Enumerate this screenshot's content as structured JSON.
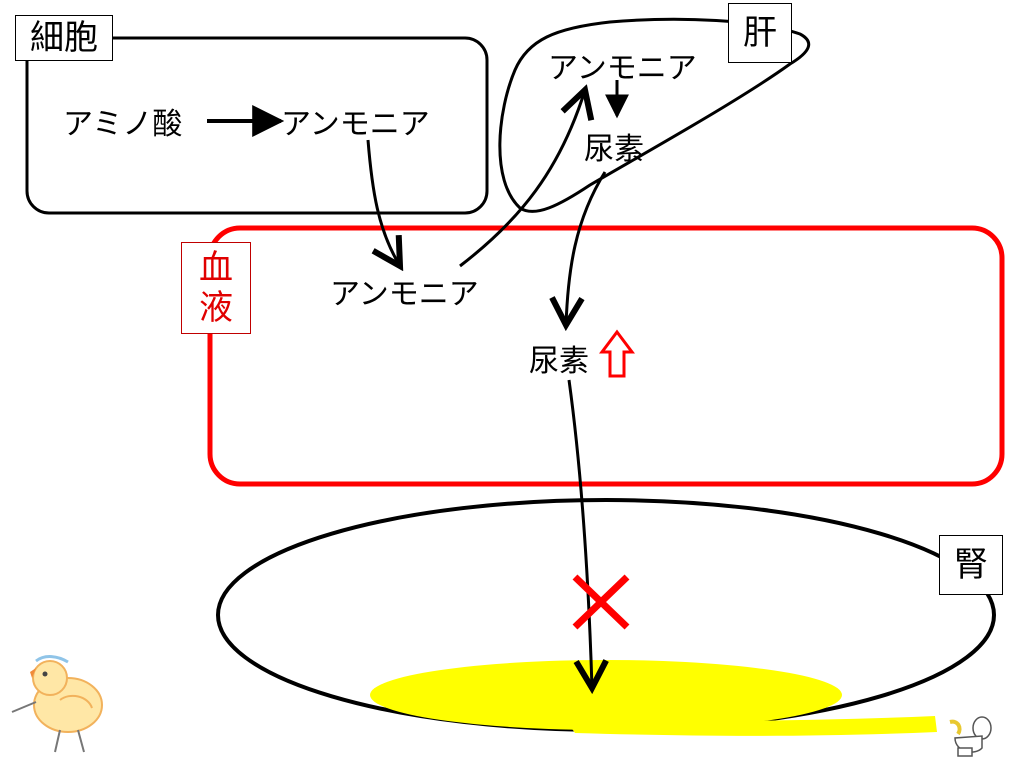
{
  "labels": {
    "cell": "細胞",
    "liver": "肝",
    "blood": "血液",
    "blood_line1": "血",
    "blood_line2": "液",
    "kidney": "腎"
  },
  "cell": {
    "amino_acid": "アミノ酸",
    "ammonia": "アンモニア"
  },
  "liver": {
    "ammonia": "アンモニア",
    "urea": "尿素"
  },
  "blood": {
    "ammonia": "アンモニア",
    "urea": "尿素"
  },
  "colors": {
    "blood_border": "#ff0000",
    "increase_arrow": "#ff0000",
    "block_mark": "#ff0000",
    "urine": "#ffff00",
    "outline": "#000000"
  },
  "icons": {
    "increase": "up-arrow-outline-icon",
    "blocked": "red-x-icon",
    "mascot": "chick-illustration",
    "toilet": "toilet-icon"
  }
}
